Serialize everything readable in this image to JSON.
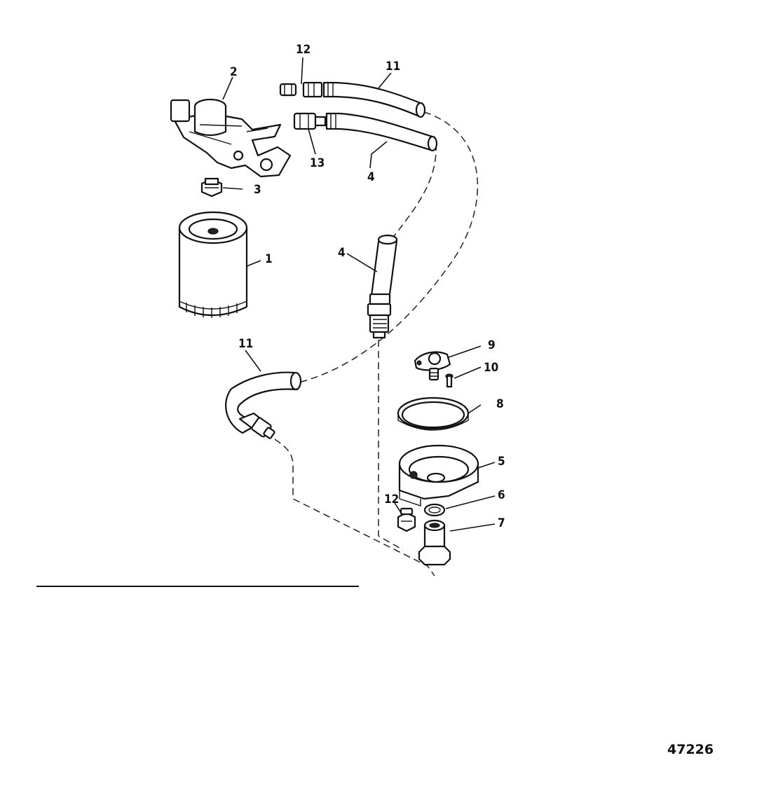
{
  "callouts": {
    "c1": "1",
    "c2": "2",
    "c3": "3",
    "c4a": "4",
    "c4b": "4",
    "c5": "5",
    "c6": "6",
    "c7": "7",
    "c8": "8",
    "c9": "9",
    "c10": "10",
    "c11a": "11",
    "c11b": "11",
    "c12a": "12",
    "c12b": "12",
    "c13": "13"
  },
  "document_number": "47226"
}
